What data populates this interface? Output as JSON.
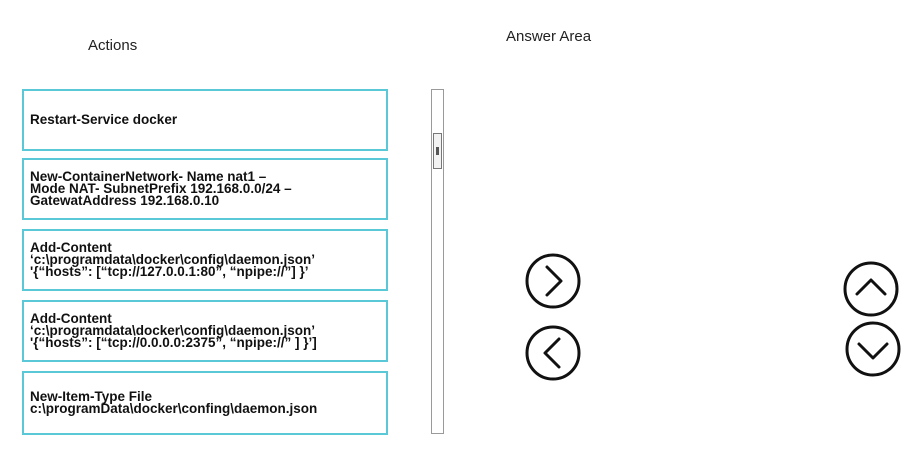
{
  "headings": {
    "actions": "Actions",
    "answer_area": "Answer Area"
  },
  "actions": [
    {
      "lines": [
        "Restart-Service docker"
      ]
    },
    {
      "lines": [
        "New-ContainerNetwork- Name nat1 –",
        "Mode NAT- SubnetPrefix 192.168.0.0/24 –",
        "GatewatAddress 192.168.0.10"
      ]
    },
    {
      "lines": [
        "Add-Content",
        "‘c:\\programdata\\docker\\config\\daemon.json’",
        "'{“hosts”: [“tcp://127.0.0.1:80”, “npipe://”] }’"
      ]
    },
    {
      "lines": [
        "Add-Content",
        "‘c:\\programdata\\docker\\config\\daemon.json’",
        "'{“hosts”: [“tcp://0.0.0.0:2375”, “npipe://” ] }’]"
      ]
    },
    {
      "lines": [
        "New-Item-Type File",
        "c:\\programData\\docker\\confing\\daemon.json"
      ]
    }
  ],
  "icons": {
    "move_right": "chevron-right-circle-icon",
    "move_left": "chevron-left-circle-icon",
    "move_up": "chevron-up-circle-icon",
    "move_down": "chevron-down-circle-icon"
  },
  "colors": {
    "box_border": "#5bc8d8",
    "scrollbar_border": "#9a9a9a"
  }
}
